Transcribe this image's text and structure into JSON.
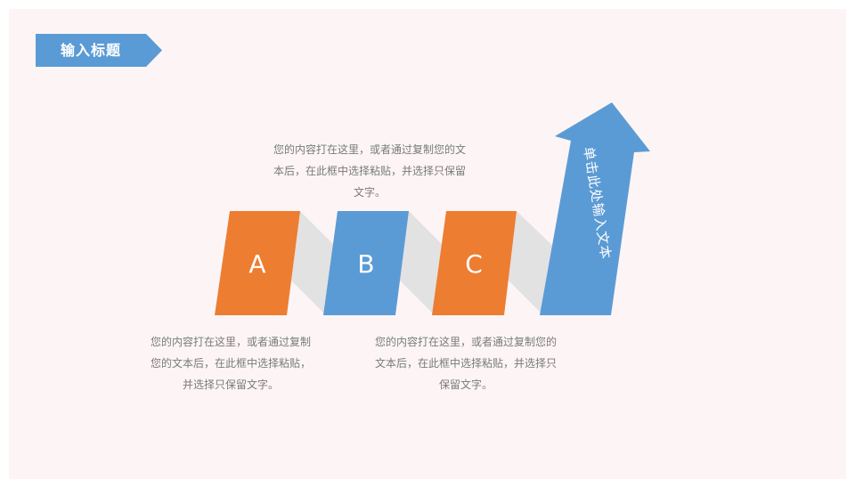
{
  "slide": {
    "title": "输入标题",
    "blocks": [
      {
        "letter": "A",
        "color": "#ed7d31"
      },
      {
        "letter": "B",
        "color": "#5b9bd5"
      },
      {
        "letter": "C",
        "color": "#ed7d31"
      }
    ],
    "arrow_text": "单击此处输入文本",
    "descriptions": {
      "top": "您的内容打在这里，或者通过复制您的文本后，在此框中选择粘贴，并选择只保留文字。",
      "bottom_left": "您的内容打在这里，或者通过复制您的文本后，在此框中选择粘贴，并选择只保留文字。",
      "bottom_right": "您的内容打在这里，或者通过复制您的文本后，在此框中选择粘贴，并选择只保留文字。"
    }
  },
  "colors": {
    "orange": "#ed7d31",
    "blue": "#5b9bd5",
    "ribbon": "#e2e2e2",
    "background": "#fdf5f5",
    "text": "#7a7a7a"
  }
}
